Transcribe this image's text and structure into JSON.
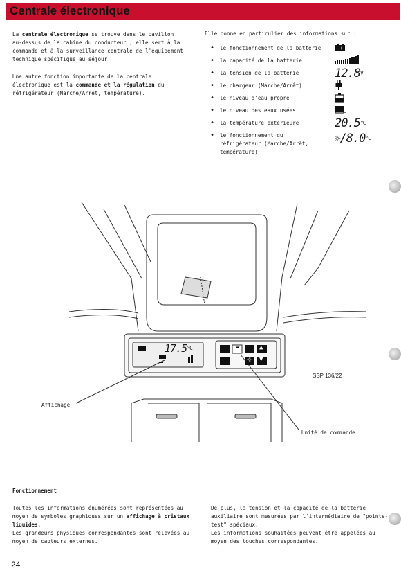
{
  "header": {
    "title": "Centrale électronique"
  },
  "left_column": {
    "p1": {
      "t1": "La ",
      "b1": "centrale électronique",
      "t2": " se trouve dans le pavillon au-dessus de la cabine du conducteur ; elle sert à la commande et à la surveillance centrale de l'équipement technique spécifique au séjour."
    },
    "p2": {
      "t1": "Une autre fonction importante de la centrale électronique est la ",
      "b1": "commande et la régulation",
      "t2": " du réfrigérateur (Marche/Arrêt, température)."
    }
  },
  "right_column": {
    "intro": "Elle donne en particulier des informations sur :",
    "items": [
      {
        "text": "le fonctionnement de la batterie",
        "icon": "battery-icon"
      },
      {
        "text": "la capacité de la batterie",
        "icon": "capacity-bars-icon"
      },
      {
        "text": "la tension de la batterie",
        "value": "12.8",
        "unit": "V"
      },
      {
        "text": "le chargeur (Marche/Arrêt)",
        "icon": "charger-plug-icon"
      },
      {
        "text": "le niveau d'eau propre",
        "icon": "fresh-water-tank-icon"
      },
      {
        "text": "le niveau des eaux usées",
        "icon": "waste-water-tank-icon"
      },
      {
        "text": "la température extérieure",
        "value": "20.5",
        "unit": "°C"
      },
      {
        "text": "le fonctionnement du réfrigérateur (Marche/Arrêt, température)",
        "value": "/8.0",
        "unit": "°C",
        "icon": "sun-icon"
      }
    ]
  },
  "illustration": {
    "display_value": "17.5",
    "display_unit": "°C",
    "ssp": "SSP 136/22",
    "label_display": "Affichage",
    "label_unit": "Unité de commande"
  },
  "section": {
    "title": "Fonctionnement",
    "left": {
      "t1": "Toutes les informations énumérées sont représentées au moyen de symboles graphiques sur un ",
      "b1": "affichage à cristaux liquides",
      "t2": ".",
      "t3": "Les grandeurs physiques correspondantes sont relevées au moyen de capteurs externes."
    },
    "right": {
      "p1": "De plus, la tension et la capacité de la batterie auxiliaire sont mesurées par l'intermédiaire de \"points-test\" spéciaux.",
      "p2": "Les informations souhaitées peuvent être appelées au moyen des touches correspondantes."
    }
  },
  "page_number": "24"
}
